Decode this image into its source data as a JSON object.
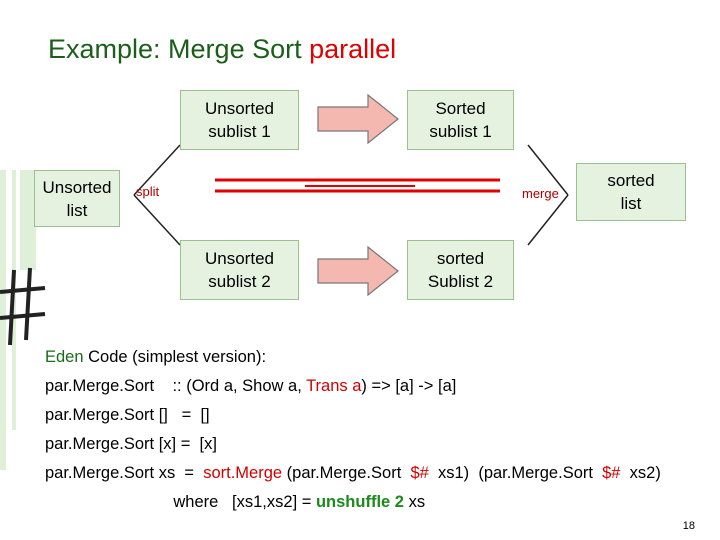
{
  "title": {
    "main": "Example: Merge Sort",
    "accent": "parallel"
  },
  "boxes": {
    "unsorted_list": "Unsorted\nlist",
    "unsorted_sublist_1": "Unsorted\nsublist 1",
    "sorted_sublist_1": "Sorted\nsublist 1",
    "unsorted_sublist_2": "Unsorted\nsublist 2",
    "sorted_sublist_2": "sorted\nSublist 2",
    "sorted_list": "sorted\nlist"
  },
  "labels": {
    "split": "split",
    "merge": "merge"
  },
  "code": {
    "heading_eden": "Eden",
    "heading_rest": " Code (simplest version):",
    "sig_name": "par.Merge.Sort",
    "sig_a": "    :: (Ord a, Show a, ",
    "sig_trans": "Trans a",
    "sig_b": ") => [a] -> [a]",
    "line_empty": "par.Merge.Sort []   =  []",
    "line_single": "par.Merge.Sort [x] =  [x]",
    "line_xs_a": "par.Merge.Sort xs  =  ",
    "sortmerge": "sort.Merge",
    "line_xs_b": " (par.Merge.Sort  ",
    "dollar1": "$#",
    "line_xs_c": "  xs1)  (par.Merge.Sort  ",
    "dollar2": "$#",
    "line_xs_d": "  xs2)",
    "where_a": "                            where   [xs1,xs2] = ",
    "unshuffle": "unshuffle 2",
    "where_b": " xs"
  },
  "page_number": "18",
  "colors": {
    "title": "#1a5e1a",
    "accent": "#e00000",
    "box_fill": "#e6f2e0",
    "line_red": "#e00000",
    "arrow_fill": "#f4b8b0"
  }
}
